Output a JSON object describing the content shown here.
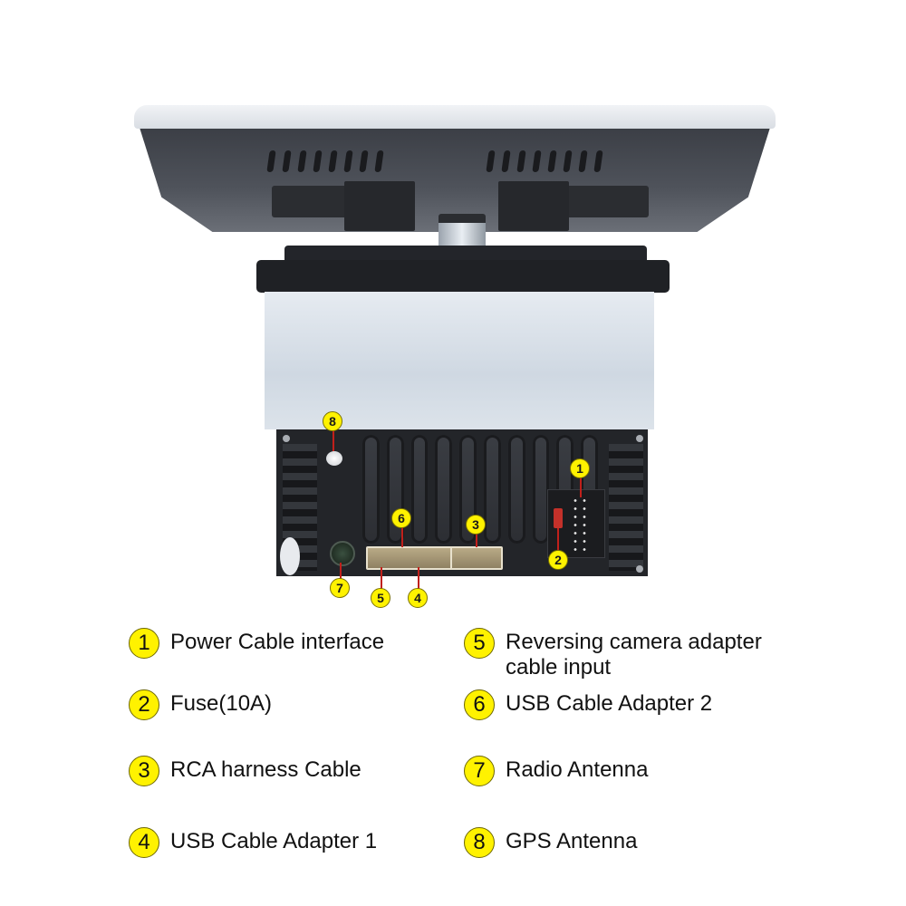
{
  "colors": {
    "marker_fill": "#fff200",
    "leader_line": "#c0201b",
    "text": "#111111",
    "background": "#ffffff"
  },
  "diagram": {
    "subject": "Car head unit with rotating monitor — rear connector panel",
    "callouts": [
      {
        "num": "1",
        "target": "power-connector"
      },
      {
        "num": "2",
        "target": "fuse"
      },
      {
        "num": "3",
        "target": "rca-connector"
      },
      {
        "num": "4",
        "target": "usb-adapter-1-connector"
      },
      {
        "num": "5",
        "target": "reversing-camera-connector"
      },
      {
        "num": "6",
        "target": "usb-adapter-2-connector"
      },
      {
        "num": "7",
        "target": "radio-antenna-port"
      },
      {
        "num": "8",
        "target": "gps-antenna-port"
      }
    ]
  },
  "legend": {
    "items": [
      {
        "num": "1",
        "label": "Power Cable interface"
      },
      {
        "num": "2",
        "label": "Fuse(10A)"
      },
      {
        "num": "3",
        "label": "RCA harness Cable"
      },
      {
        "num": "4",
        "label": "USB Cable Adapter 1"
      },
      {
        "num": "5",
        "label": "Reversing camera adapter cable input"
      },
      {
        "num": "6",
        "label": "USB Cable Adapter 2"
      },
      {
        "num": "7",
        "label": "Radio Antenna"
      },
      {
        "num": "8",
        "label": "GPS Antenna"
      }
    ]
  }
}
